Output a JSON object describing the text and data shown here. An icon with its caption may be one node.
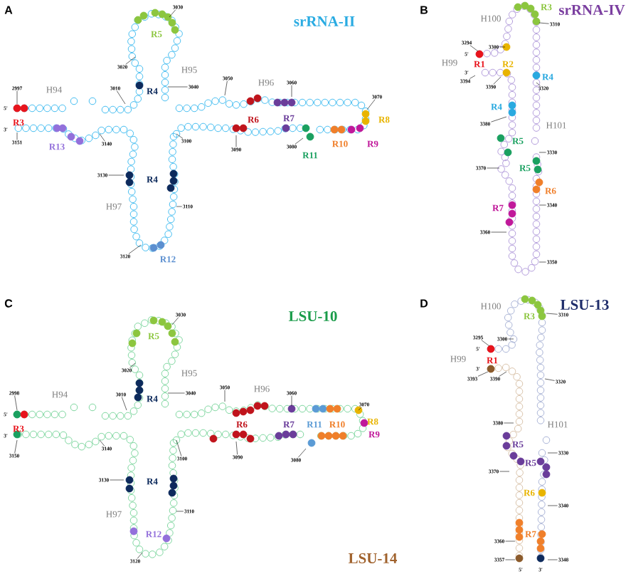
{
  "diagram": {
    "labels": [
      "A",
      "srRNA-II",
      "3030",
      "R5",
      "H95",
      "3020",
      "2997",
      "H94",
      "3010",
      "R4",
      "3040",
      "3050",
      "H96",
      "3060",
      "3070",
      "5'",
      "R3",
      "R6",
      "R7",
      "R8",
      "3'",
      "3151",
      "R13",
      "3140",
      "3100",
      "3090",
      "3080",
      "R11",
      "R10",
      "R9",
      "3130",
      "R4",
      "H97",
      "3110",
      "3120",
      "R12",
      "B",
      "H100",
      "R3",
      "srRNA-IV",
      "3310",
      "3294",
      "3300",
      "H99",
      "5'",
      "R1",
      "R2",
      "3'",
      "R4",
      "3394",
      "3390",
      "3320",
      "R4",
      "3380",
      "H101",
      "R5",
      "3330",
      "3370",
      "R5",
      "R6",
      "R7",
      "3340",
      "3360",
      "3350",
      "C",
      "LSU-10",
      "3030",
      "R5",
      "H95",
      "3020",
      "2998",
      "H94",
      "3010",
      "R4",
      "3040",
      "3050",
      "H96",
      "3060",
      "3070",
      "5'",
      "R3",
      "R6",
      "R7",
      "R11",
      "R10",
      "R8",
      "3'",
      "3150",
      "3140",
      "3100",
      "3090",
      "R9",
      "3080",
      "3130",
      "R4",
      "H97",
      "3110",
      "3120",
      "R12",
      "D",
      "H100",
      "LSU-13",
      "R3",
      "3310",
      "3295",
      "3300",
      "H99",
      "5'",
      "R1",
      "3'",
      "3393",
      "3390",
      "3320",
      "3380",
      "H101",
      "R5",
      "3330",
      "R5",
      "3370",
      "R6",
      "3340",
      "R7",
      "3360",
      "LSU-14",
      "3357",
      "3348",
      "5'",
      "3'"
    ]
  }
}
